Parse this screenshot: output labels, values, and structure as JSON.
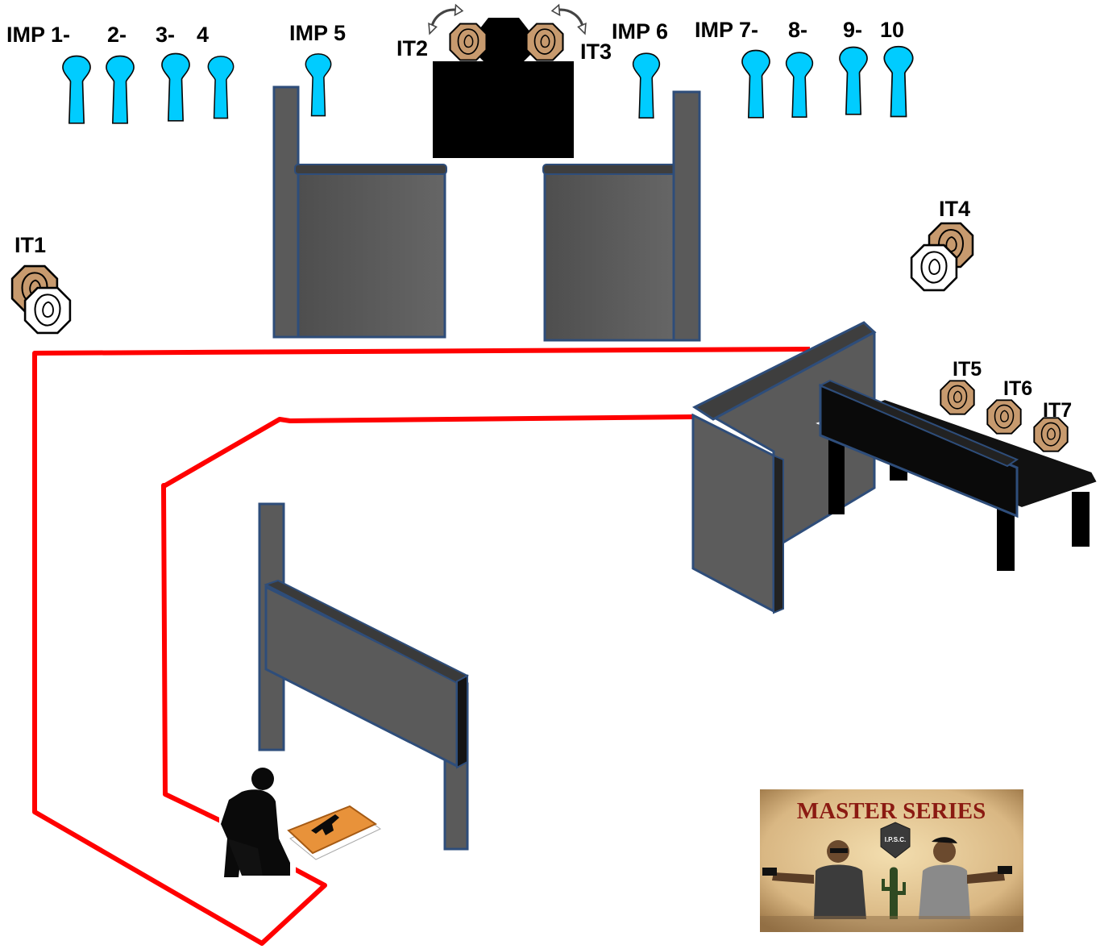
{
  "diagram": {
    "labels": {
      "imp_1": "IMP 1-",
      "imp_2": "2-",
      "imp_3": "3-",
      "imp_4": "4",
      "imp_5": "IMP 5",
      "imp_6": "IMP 6",
      "imp_7": "IMP 7-",
      "imp_8": "8-",
      "imp_9": "9-",
      "imp_10": "10",
      "it1": "IT1",
      "it2": "IT2",
      "it3": "IT3",
      "it4": "IT4",
      "it5": "IT5",
      "it6": "IT6",
      "it7": "IT7"
    },
    "icons": {
      "popper": "popper-target-icon",
      "ipsc": "ipsc-target-icon",
      "shooter": "kneeling-shooter-icon",
      "pistol": "pistol-icon",
      "swing": "swing-arrow-icon"
    },
    "colors": {
      "popper": "#00ccff",
      "ipsc_target": "#c79a6e",
      "wall": "#5a5a5a",
      "wall_edge": "#2e4d7a",
      "shooting_area": "#ff0000",
      "barrel_box": "#000000",
      "table_top": "#e8923a"
    }
  },
  "logo": {
    "title": "MASTER SERIES",
    "badge": "I.P.S.C."
  }
}
